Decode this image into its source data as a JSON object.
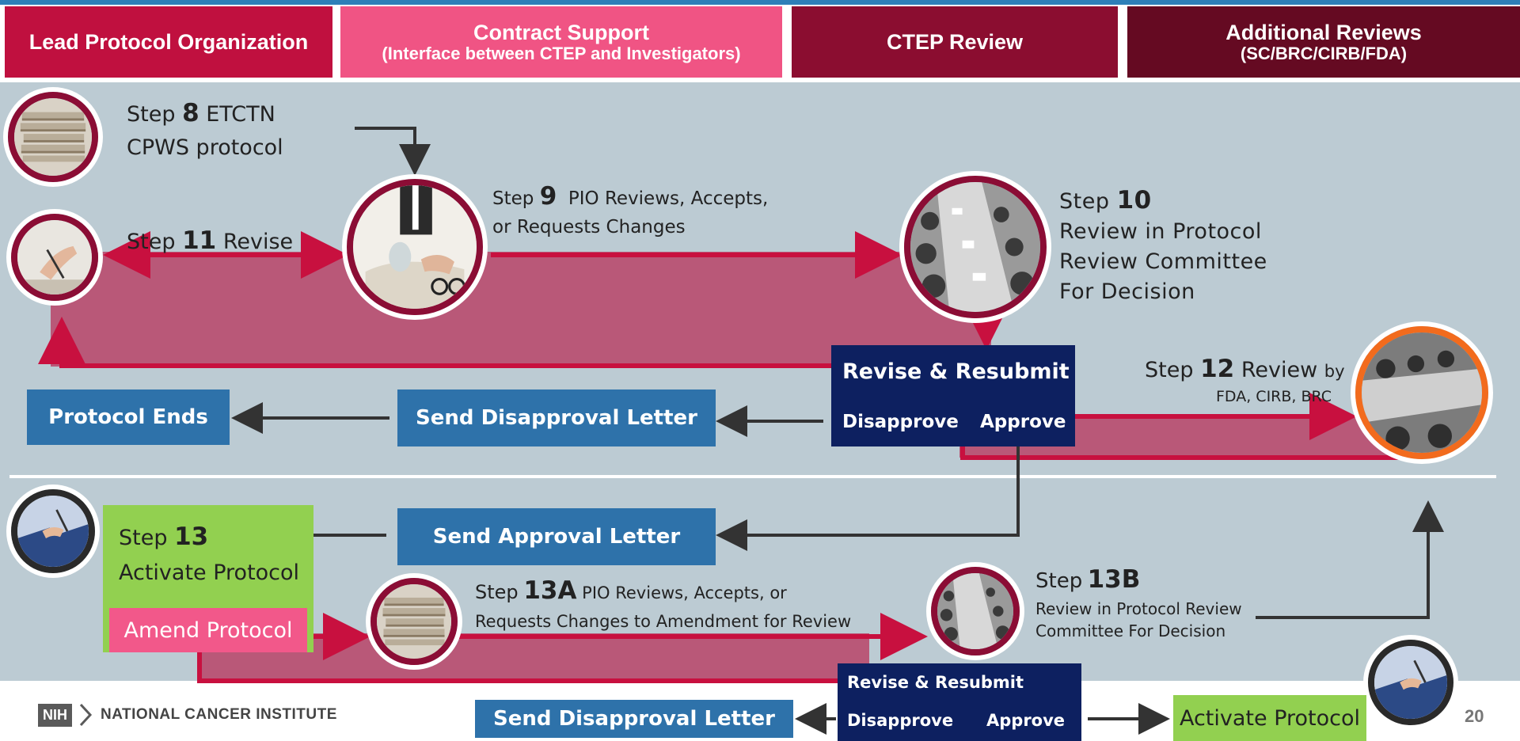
{
  "headers": [
    {
      "title": "Lead Protocol Organization",
      "subtitle": "",
      "color": "#c0103f"
    },
    {
      "title": "Contract Support",
      "subtitle": "(Interface between CTEP and Investigators)",
      "color": "#f05484"
    },
    {
      "title": "CTEP Review",
      "subtitle": "",
      "color": "#8b0d30"
    },
    {
      "title": "Additional Reviews",
      "subtitle": "(SC/BRC/CIRB/FDA)",
      "color": "#650a22"
    }
  ],
  "steps": {
    "s8": {
      "word": "Step",
      "num": "8",
      "rest": "ETCTN",
      "line2": "CPWS protocol"
    },
    "s9": {
      "word": "Step",
      "num": "9",
      "rest": "PIO Reviews, Accepts,",
      "line2": "or Requests Changes"
    },
    "s10": {
      "word": "Step",
      "num": "10",
      "line2": "Review in Protocol",
      "line3": "Review Committee",
      "line4": "For Decision"
    },
    "s11": {
      "word": "Step",
      "num": "11",
      "rest": "Revise"
    },
    "s12": {
      "word": "Step",
      "num": "12",
      "rest": "Review",
      "by": "by",
      "line2": "FDA, CIRB, BRC"
    },
    "s13": {
      "word": "Step",
      "num": "13",
      "line2": "Activate Protocol"
    },
    "s13a": {
      "word": "Step",
      "num": "13A",
      "rest": "PIO Reviews, Accepts, or",
      "line2": "Requests Changes to Amendment for Review"
    },
    "s13b": {
      "word": "Step",
      "num": "13B",
      "line2": "Review in Protocol Review",
      "line3": "Committee For Decision"
    }
  },
  "boxes": {
    "protocol_ends": "Protocol Ends",
    "send_disapproval_1": "Send Disapproval Letter",
    "send_approval": "Send Approval Letter",
    "send_disapproval_2": "Send Disapproval Letter",
    "amend_protocol": "Amend Protocol",
    "activate_protocol_2": "Activate Protocol"
  },
  "decision1": {
    "title": "Revise & Resubmit",
    "disapprove": "Disapprove",
    "approve": "Approve"
  },
  "decision2": {
    "title": "Revise & Resubmit",
    "disapprove": "Disapprove",
    "approve": "Approve"
  },
  "footer": {
    "nih": "NIH",
    "institute": "NATIONAL CANCER INSTITUTE",
    "page": "20"
  },
  "colors": {
    "band": "#b95878",
    "arrow_red": "#c8103f",
    "arrow_dark": "#333333",
    "navy": "#0d2060",
    "blue": "#2e72aa",
    "green": "#92d050",
    "pink": "#f2588a",
    "background": "#bccbd3"
  }
}
